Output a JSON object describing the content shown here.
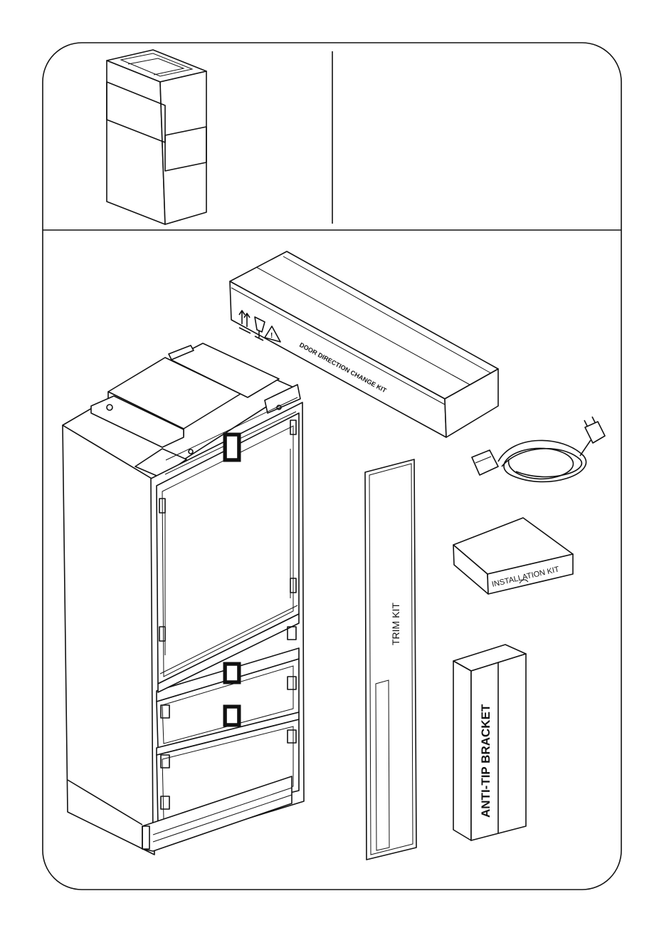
{
  "labels": {
    "door_direction_kit": "DOOR DIRECTION CHANGE KIT",
    "installation_kit": "INSTALLATION KIT",
    "trim_kit": "TRIM KIT",
    "anti_tip_bracket": "ANTI-TIP BRACKET"
  },
  "icons": {
    "this_way_up": "this-way-up-icon",
    "fragile": "fragile-glass-icon",
    "warning": "warning-triangle-icon"
  }
}
